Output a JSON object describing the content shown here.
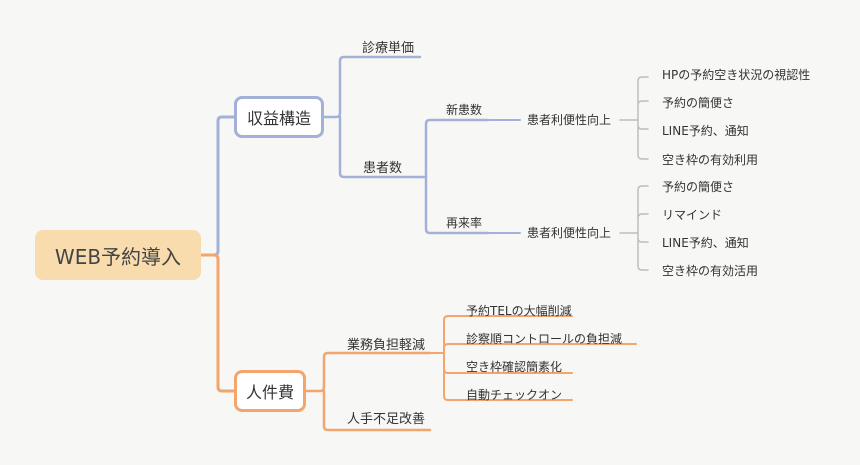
{
  "root": "WEB予約導入",
  "branches": {
    "revenue": {
      "label": "収益構造",
      "unit_price": "診療単価",
      "patients": {
        "label": "患者数",
        "new": {
          "label": "新患数",
          "sub": "患者利便性向上",
          "items": [
            "HPの予約空き状況の視認性",
            "予約の簡便さ",
            "LINE予約、通知",
            "空き枠の有効利用"
          ]
        },
        "repeat": {
          "label": "再来率",
          "sub": "患者利便性向上",
          "items": [
            "予約の簡便さ",
            "リマインド",
            "LINE予約、通知",
            "空き枠の有効活用"
          ]
        }
      }
    },
    "labor": {
      "label": "人件費",
      "workload": {
        "label": "業務負担軽減",
        "items": [
          "予約TELの大幅削減",
          "診察順コントロールの負担減",
          "空き枠確認簡素化",
          "自動チェックオン"
        ]
      },
      "shortage": "人手不足改善"
    }
  },
  "colors": {
    "blue": "#a3b1d9",
    "orange": "#f3a56c",
    "gray": "#bdbdbd",
    "root_fill": "#f8dcae"
  }
}
